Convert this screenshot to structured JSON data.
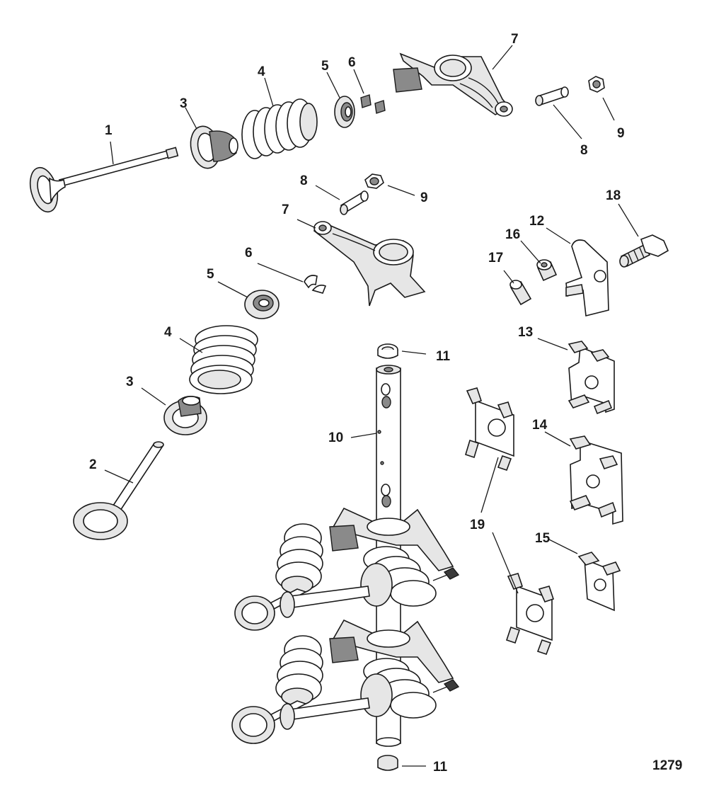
{
  "figure": {
    "number": "1279",
    "callouts": [
      "1",
      "2",
      "3",
      "3",
      "4",
      "4",
      "5",
      "5",
      "6",
      "6",
      "7",
      "7",
      "8",
      "8",
      "9",
      "9",
      "10",
      "11",
      "11",
      "12",
      "13",
      "14",
      "15",
      "16",
      "17",
      "18",
      "19"
    ]
  },
  "parts": {
    "valve_upper": "1",
    "valve_lower": "2",
    "seal_upper": "3",
    "seal_lower": "3",
    "spring_upper": "4",
    "spring_lower": "4",
    "retainer_upper": "5",
    "retainer_lower": "5",
    "keeper_upper": "6",
    "keeper_lower": "6",
    "rocker_upper": "7",
    "rocker_lower": "7",
    "adjuster_upper": "8",
    "adjuster_lower": "8",
    "nut_upper": "9",
    "nut_lower": "9",
    "rocker_shaft": "10",
    "plug_top": "11",
    "plug_bottom": "11",
    "bracket_12": "12",
    "bracket_13": "13",
    "bracket_14": "14",
    "bracket_15": "15",
    "spacer_16": "16",
    "pin_17": "17",
    "bolt_18": "18",
    "bracket_19": "19"
  }
}
